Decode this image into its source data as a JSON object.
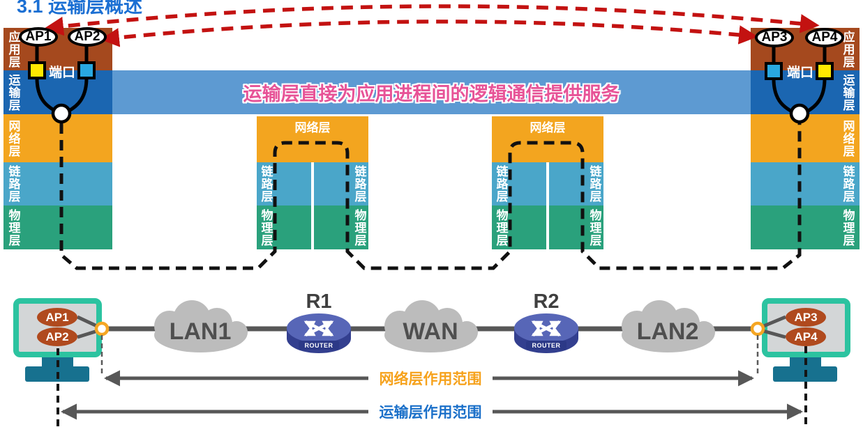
{
  "title": "3.1 运输层概述",
  "banner": {
    "text": "运输层直接为应用进程间的逻辑通信提供服务"
  },
  "layers": {
    "application": "应用层",
    "transport": "运输层",
    "network": "网络层",
    "link": "链路层",
    "physical": "物理层"
  },
  "stacks": {
    "left_host": {
      "ap1": "AP1",
      "ap2": "AP2",
      "port_label": "端口"
    },
    "right_host": {
      "ap3": "AP3",
      "ap4": "AP4",
      "port_label": "端口"
    }
  },
  "network_diagram": {
    "left_computer": {
      "ap1": "AP1",
      "ap2": "AP2"
    },
    "right_computer": {
      "ap3": "AP3",
      "ap4": "AP4"
    },
    "lan1": "LAN1",
    "wan": "WAN",
    "lan2": "LAN2",
    "router1": "R1",
    "router2": "R2",
    "router_label": "ROUTER",
    "network_layer_range": "网络层作用范围",
    "transport_layer_range": "运输层作用范围"
  },
  "colors": {
    "application_layer": "#a5491e",
    "transport_layer": "#1b66b1",
    "transport_banner": "#5d9ad2",
    "network_layer": "#f3a51f",
    "link_layer": "#4aa6c9",
    "physical_layer": "#2aa17c",
    "banner_text": "#e75397",
    "logical_arrow_red": "#c31211",
    "title_blue": "#1b6fd3",
    "port_yellow": "#ffe800",
    "port_blue": "#29a8e0",
    "monitor_teal": "#2cc3a0",
    "network_range_label": "#f6a21c",
    "transport_range_label": "#1b70c9"
  }
}
